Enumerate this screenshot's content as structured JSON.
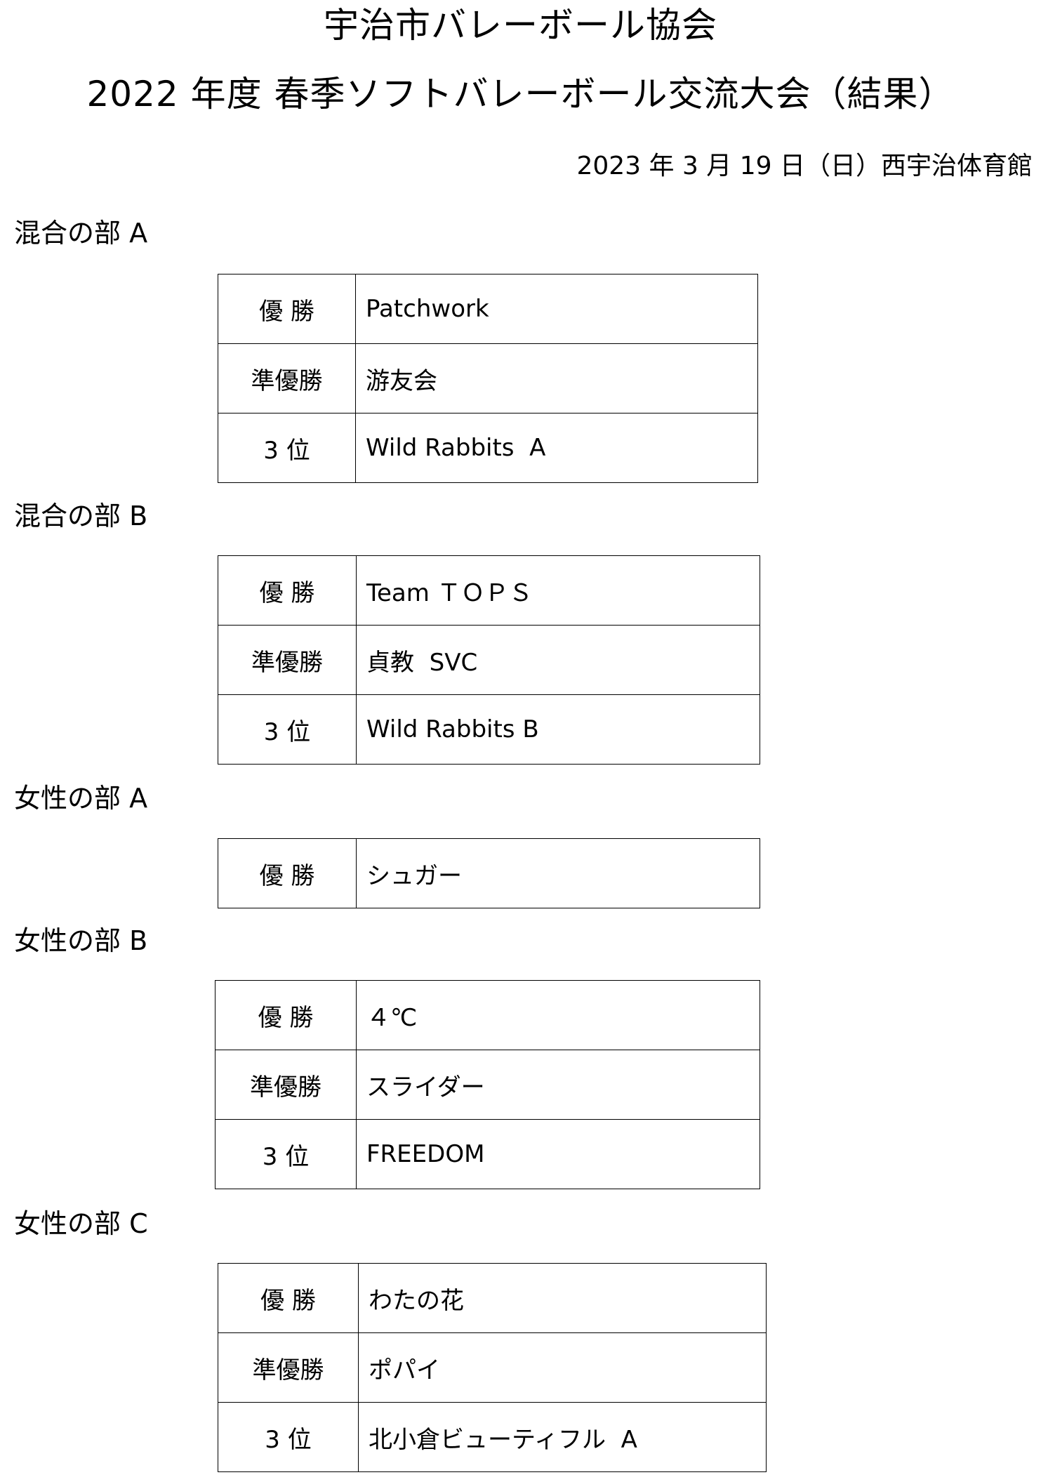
{
  "header": {
    "organization": "宇治市バレーボール協会",
    "title": "2022 年度 春季ソフトバレーボール交流大会（結果）",
    "date_venue": "2023 年 3 月 19 日（日）西宇治体育館"
  },
  "sections": [
    {
      "title": "混合の部 A",
      "rows": [
        {
          "rank": "優 勝",
          "team": "Patchwork"
        },
        {
          "rank": "準優勝",
          "team": "游友会"
        },
        {
          "rank": "3 位",
          "team": "Wild Rabbits  A"
        }
      ]
    },
    {
      "title": "混合の部 B",
      "rows": [
        {
          "rank": "優 勝",
          "team": "Team ＴＯＰＳ"
        },
        {
          "rank": "準優勝",
          "team": "貞教  SVC"
        },
        {
          "rank": "3 位",
          "team": "Wild Rabbits B"
        }
      ]
    },
    {
      "title": "女性の部 A",
      "rows": [
        {
          "rank": "優 勝",
          "team": "シュガー"
        }
      ]
    },
    {
      "title": "女性の部 B",
      "rows": [
        {
          "rank": "優 勝",
          "team": "４℃"
        },
        {
          "rank": "準優勝",
          "team": "スライダー"
        },
        {
          "rank": "3 位",
          "team": "FREEDOM"
        }
      ]
    },
    {
      "title": "女性の部 C",
      "rows": [
        {
          "rank": "優 勝",
          "team": "わたの花"
        },
        {
          "rank": "準優勝",
          "team": "ポパイ"
        },
        {
          "rank": "3 位",
          "team": "北小倉ビューティフル  A"
        }
      ]
    }
  ]
}
